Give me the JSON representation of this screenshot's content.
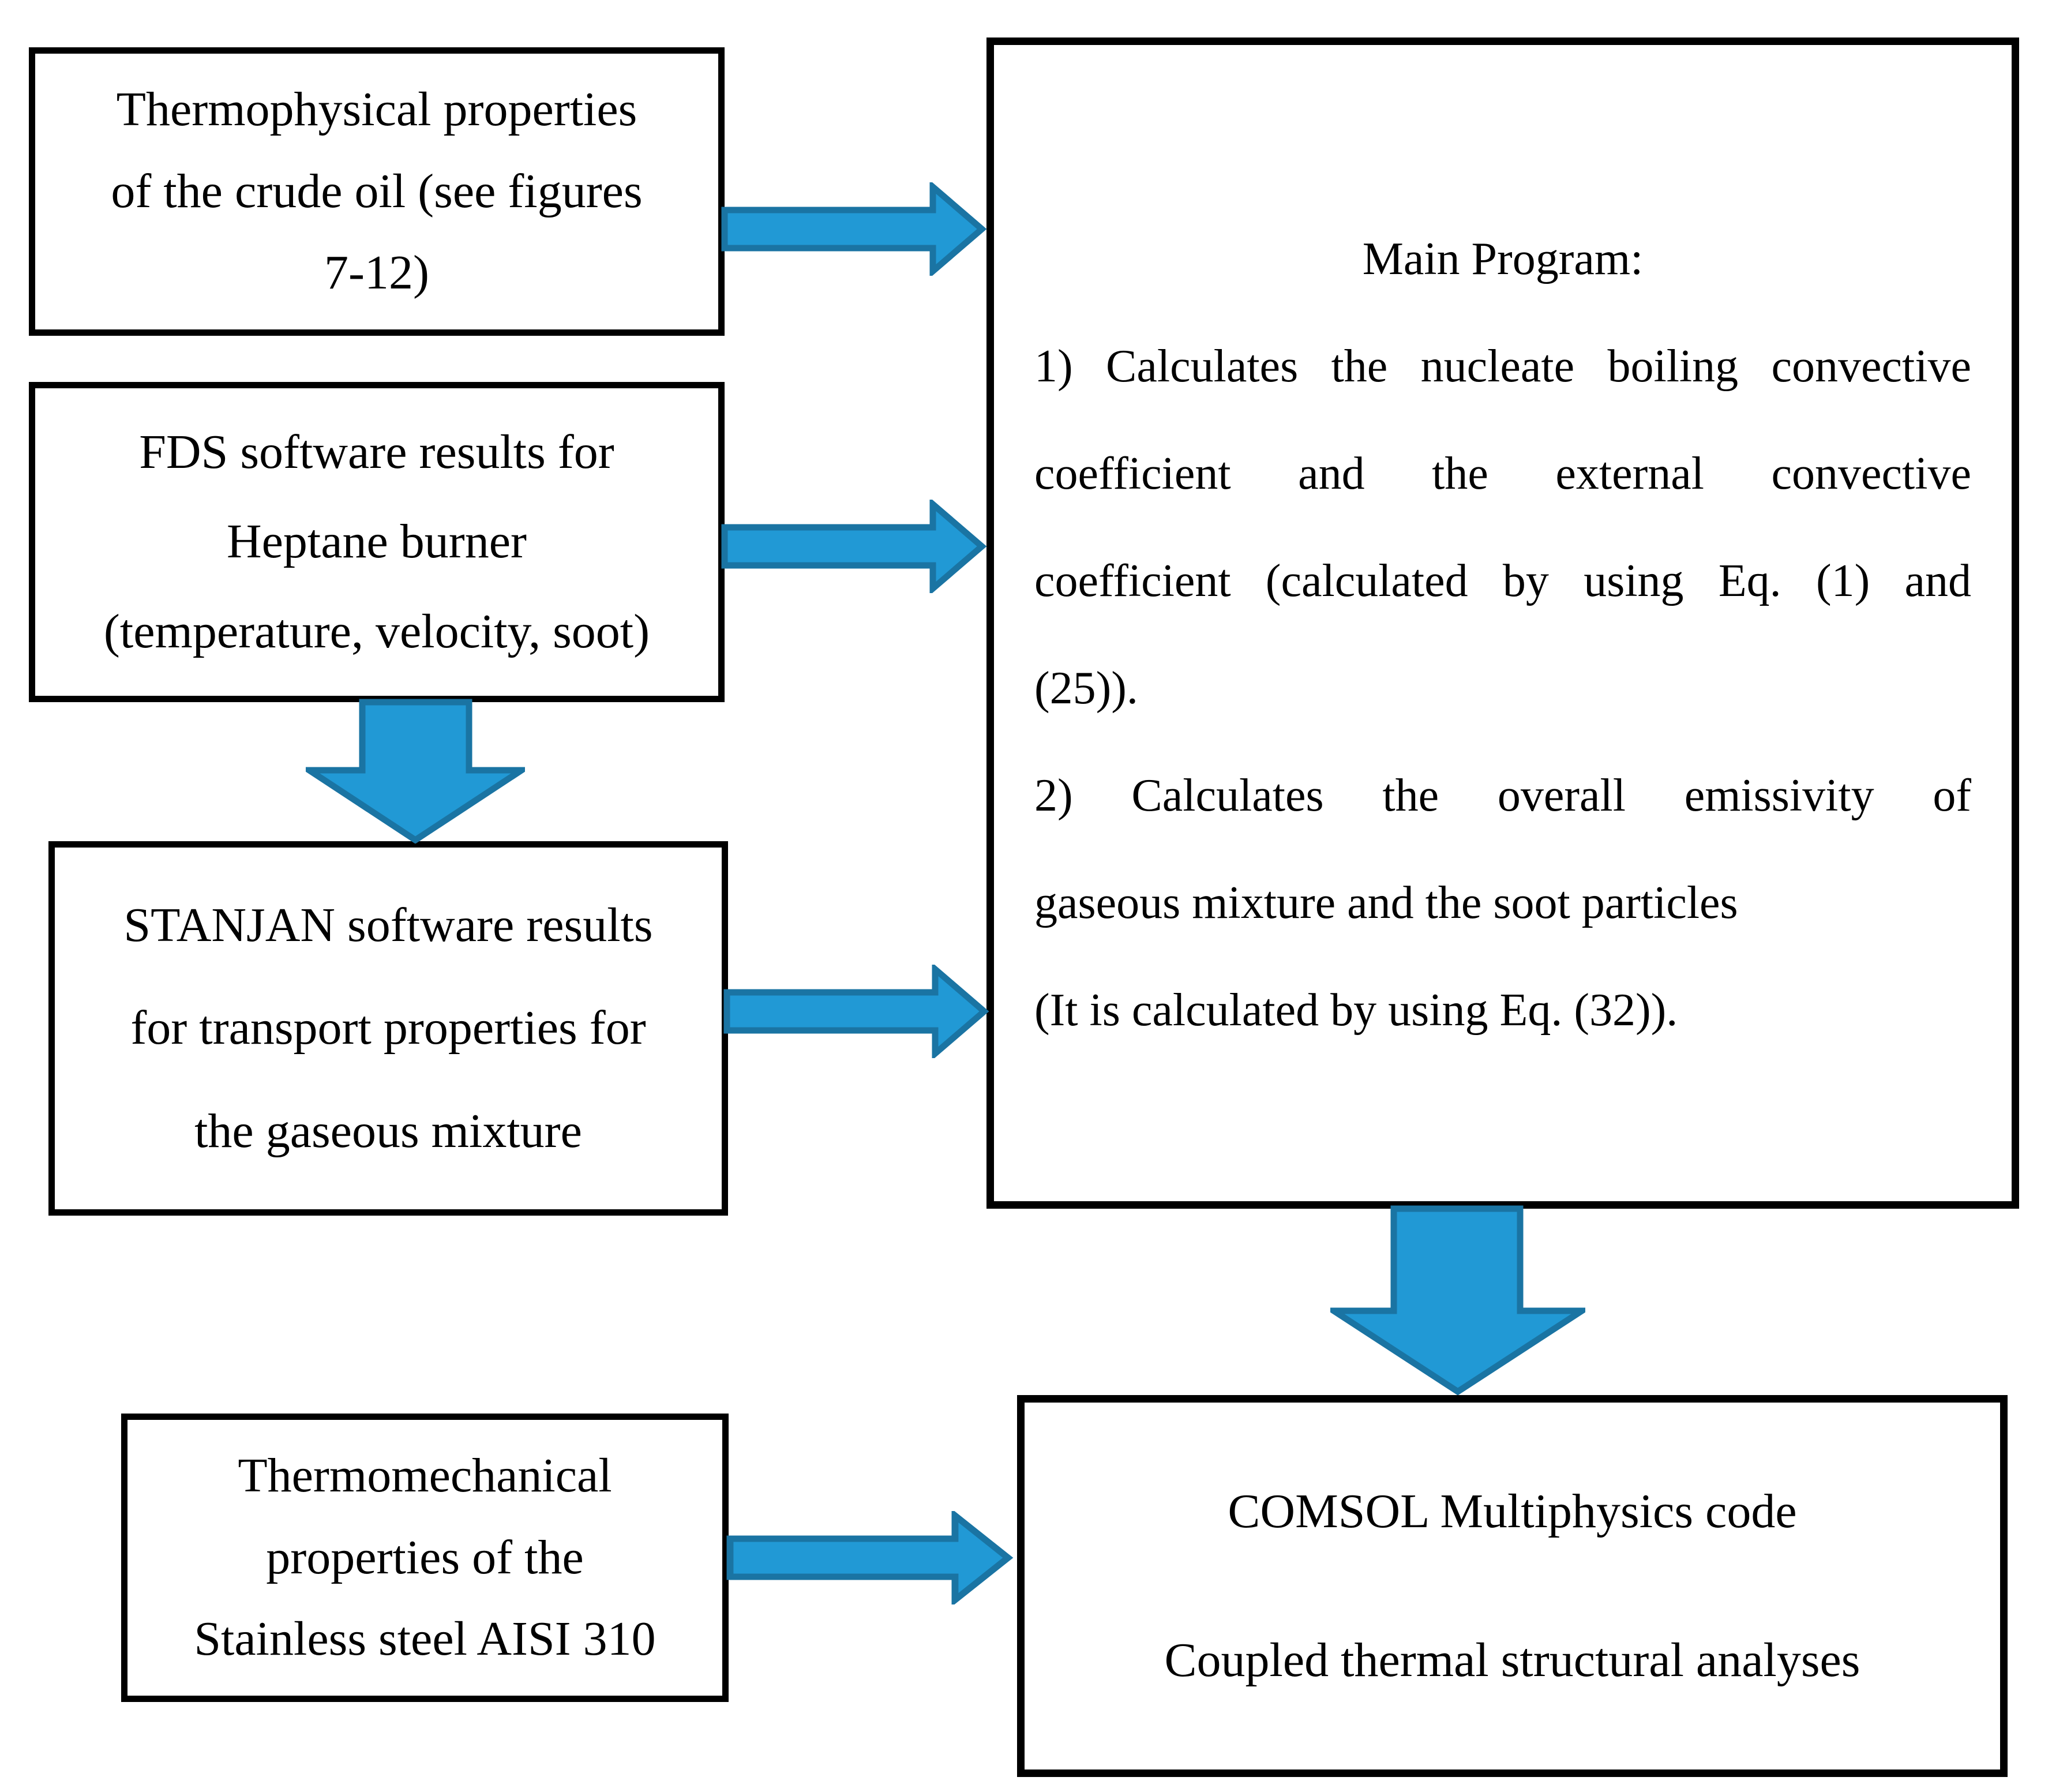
{
  "boxes": {
    "thermophysical": {
      "lines": [
        "Thermophysical properties",
        "of the crude oil (see figures",
        "7-12)"
      ]
    },
    "fds": {
      "lines": [
        "FDS software results for",
        "Heptane burner",
        "(temperature, velocity, soot)"
      ]
    },
    "stanjan": {
      "lines": [
        "STANJAN software results",
        "for transport properties for",
        "the gaseous mixture"
      ]
    },
    "thermomechanical": {
      "lines": [
        "Thermomechanical",
        "properties of the",
        "Stainless steel AISI 310"
      ]
    },
    "main_program": {
      "title": "Main Program:",
      "lines": [
        "1) Calculates the nucleate boiling convective",
        "coefficient and the external convective",
        "coefficient (calculated by using Eq. (1) and",
        "(25)).",
        "2) Calculates the overall emissivity of",
        "gaseous mixture and the soot particles",
        "(It is calculated by using Eq. (32))."
      ]
    },
    "comsol": {
      "lines": [
        "COMSOL Multiphysics code",
        "Coupled thermal structural analyses"
      ]
    }
  },
  "colors": {
    "background": "#ffffff",
    "box_border": "#000000",
    "text": "#000000",
    "arrow_fill": "#2199d5",
    "arrow_stroke": "#1a74a3"
  }
}
